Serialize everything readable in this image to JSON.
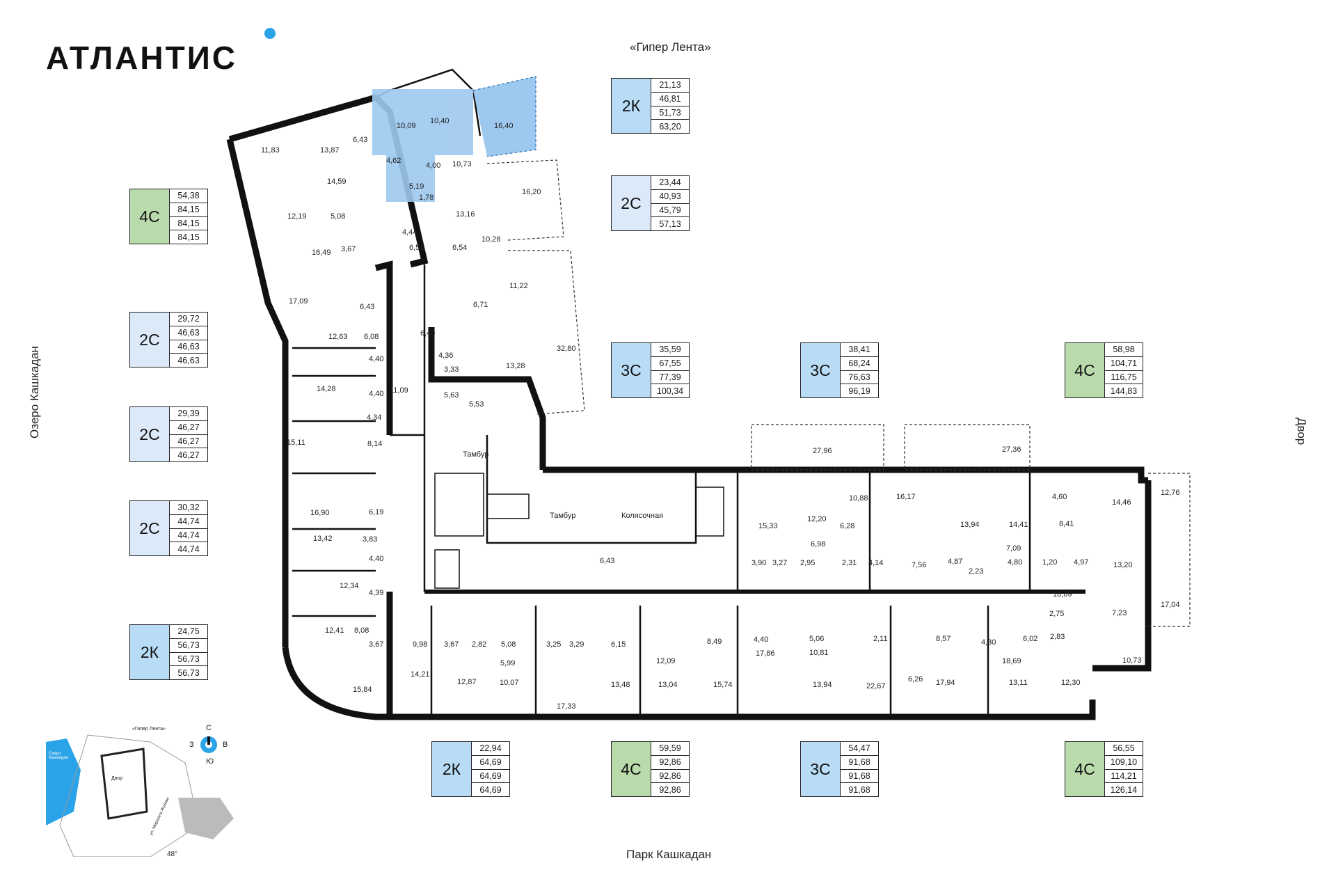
{
  "brand": {
    "name": "АТЛАНТИС"
  },
  "labels": {
    "top": "«Гипер Лента»",
    "bottom": "Парк Кашкадан",
    "left": "Озеро Кашкадан",
    "right": "Двор",
    "tambur1": "Тамбур",
    "tambur2": "Тамбур",
    "stroller": "Колясочная"
  },
  "compass": {
    "n": "С",
    "s": "Ю",
    "w": "З",
    "e": "В"
  },
  "minimap": {
    "lake": "Озеро Кашкадан",
    "top": "«Гипер Лента»",
    "yard": "Двор",
    "street": "ул. Маршала Жукова",
    "angle": "48°"
  },
  "cards": [
    {
      "type": "2К",
      "cls": "K",
      "values": [
        "21,13",
        "46,81",
        "51,73",
        "63,20"
      ]
    },
    {
      "type": "2С",
      "cls": "C2",
      "values": [
        "23,44",
        "40,93",
        "45,79",
        "57,13"
      ]
    },
    {
      "type": "4С",
      "cls": "C4",
      "values": [
        "54,38",
        "84,15",
        "84,15",
        "84,15"
      ]
    },
    {
      "type": "2С",
      "cls": "C2",
      "values": [
        "29,72",
        "46,63",
        "46,63",
        "46,63"
      ]
    },
    {
      "type": "2С",
      "cls": "C2",
      "values": [
        "29,39",
        "46,27",
        "46,27",
        "46,27"
      ]
    },
    {
      "type": "2С",
      "cls": "C2",
      "values": [
        "30,32",
        "44,74",
        "44,74",
        "44,74"
      ]
    },
    {
      "type": "2К",
      "cls": "K",
      "values": [
        "24,75",
        "56,73",
        "56,73",
        "56,73"
      ]
    },
    {
      "type": "3С",
      "cls": "C3",
      "values": [
        "35,59",
        "67,55",
        "77,39",
        "100,34"
      ]
    },
    {
      "type": "3С",
      "cls": "C3",
      "values": [
        "38,41",
        "68,24",
        "76,63",
        "96,19"
      ]
    },
    {
      "type": "4С",
      "cls": "C4",
      "values": [
        "58,98",
        "104,71",
        "116,75",
        "144,83"
      ]
    },
    {
      "type": "2К",
      "cls": "K",
      "values": [
        "22,94",
        "64,69",
        "64,69",
        "64,69"
      ]
    },
    {
      "type": "4С",
      "cls": "C4",
      "values": [
        "59,59",
        "92,86",
        "92,86",
        "92,86"
      ]
    },
    {
      "type": "3С",
      "cls": "C3",
      "values": [
        "54,47",
        "91,68",
        "91,68",
        "91,68"
      ]
    },
    {
      "type": "4С",
      "cls": "C4",
      "values": [
        "56,55",
        "109,10",
        "114,21",
        "126,14"
      ]
    }
  ],
  "rooms": [
    "10,09",
    "10,40",
    "16,40",
    "6,43",
    "13,87",
    "11,83",
    "4,62",
    "4,00",
    "10,73",
    "14,59",
    "16,20",
    "5,19",
    "1,78",
    "13,16",
    "12,19",
    "5,08",
    "4,44",
    "10,28",
    "16,49",
    "3,67",
    "6,51",
    "6,54",
    "11,22",
    "17,09",
    "6,43",
    "6,71",
    "12,63",
    "6,08",
    "6,40",
    "4,40",
    "4,36",
    "13,28",
    "3,33",
    "32,80",
    "14,28",
    "4,40",
    "5,63",
    "5,53",
    "11,09",
    "4,34",
    "15,11",
    "8,14",
    "27,96",
    "27,36",
    "10,88",
    "16,17",
    "4,60",
    "14,46",
    "12,76",
    "16,90",
    "6,19",
    "15,33",
    "12,20",
    "6,28",
    "13,94",
    "14,41",
    "8,41",
    "13,42",
    "3,83",
    "6,98",
    "7,09",
    "4,40",
    "3,90",
    "3,27",
    "2,95",
    "2,31",
    "4,14",
    "7,56",
    "4,87",
    "2,23",
    "4,80",
    "1,20",
    "4,97",
    "13,20",
    "6,43",
    "12,34",
    "4,39",
    "18,69",
    "17,04",
    "12,41",
    "8,08",
    "2,75",
    "7,23",
    "3,67",
    "9,98",
    "3,67",
    "2,82",
    "5,08",
    "3,25",
    "3,29",
    "6,15",
    "8,49",
    "4,40",
    "5,06",
    "2,11",
    "8,57",
    "4,30",
    "6,02",
    "2,83",
    "10,73",
    "17,86",
    "10,81",
    "5,99",
    "12,09",
    "18,69",
    "14,21",
    "12,87",
    "10,07",
    "17,33",
    "13,48",
    "13,04",
    "15,74",
    "13,94",
    "22,67",
    "6,26",
    "17,94",
    "13,11",
    "12,30",
    "15,84"
  ]
}
